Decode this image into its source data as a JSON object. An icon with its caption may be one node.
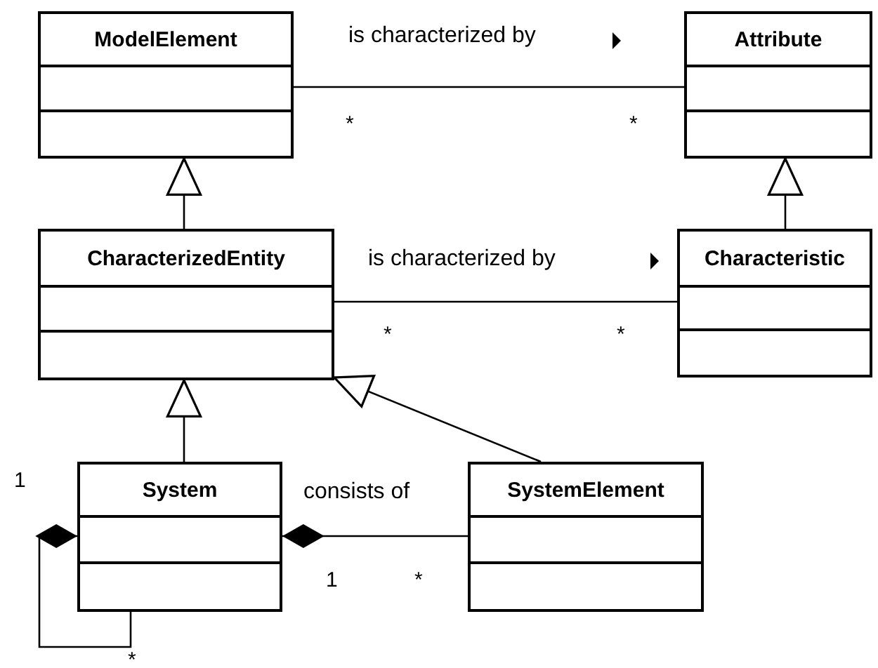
{
  "diagram": {
    "nodes": [
      {
        "text": [
          "ModelElement"
        ]
      },
      {
        "text": [
          "Attribute"
        ]
      },
      {
        "text": [
          "CharacterizedEntity"
        ]
      },
      {
        "text": [
          "Characteristic"
        ]
      },
      {
        "text": [
          "System"
        ]
      },
      {
        "text": [
          "SystemElement"
        ]
      }
    ],
    "edges": [
      {
        "from": 0,
        "to": 1,
        "arrow": "none",
        "label": "is characterized by"
      },
      {
        "from": 2,
        "to": 0,
        "arrow": "to"
      },
      {
        "from": 3,
        "to": 1,
        "arrow": "to"
      },
      {
        "from": 2,
        "to": 3,
        "arrow": "none",
        "label": "is characterized by"
      },
      {
        "from": 4,
        "to": 2,
        "arrow": "to"
      },
      {
        "from": 5,
        "to": 2,
        "arrow": "to"
      },
      {
        "from": 4,
        "to": 5,
        "arrow": "other",
        "label": "consists of"
      },
      {
        "from": 4,
        "to": 4,
        "arrow": "other"
      }
    ],
    "labels": [
      "*",
      "*",
      "*",
      "*",
      "1",
      "1",
      "*",
      "*"
    ]
  }
}
